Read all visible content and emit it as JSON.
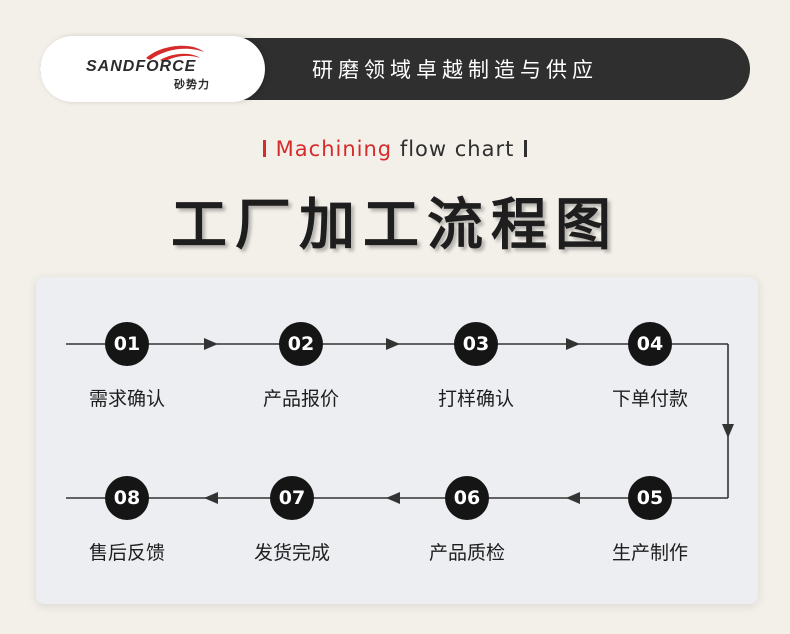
{
  "header": {
    "brand": "SANDFORCE",
    "brand_cn": "砂势力",
    "slogan": "研磨领域卓越制造与供应"
  },
  "subtitle": {
    "highlight": "Machining",
    "rest": "flow chart"
  },
  "title": "工厂加工流程图",
  "steps": [
    {
      "num": "01",
      "label": "需求确认"
    },
    {
      "num": "02",
      "label": "产品报价"
    },
    {
      "num": "03",
      "label": "打样确认"
    },
    {
      "num": "04",
      "label": "下单付款"
    },
    {
      "num": "05",
      "label": "生产制作"
    },
    {
      "num": "06",
      "label": "产品质检"
    },
    {
      "num": "07",
      "label": "发货完成"
    },
    {
      "num": "08",
      "label": "售后反馈"
    }
  ],
  "colors": {
    "accent": "#d62b2b",
    "dark": "#2f2f2f",
    "node": "#151515"
  }
}
